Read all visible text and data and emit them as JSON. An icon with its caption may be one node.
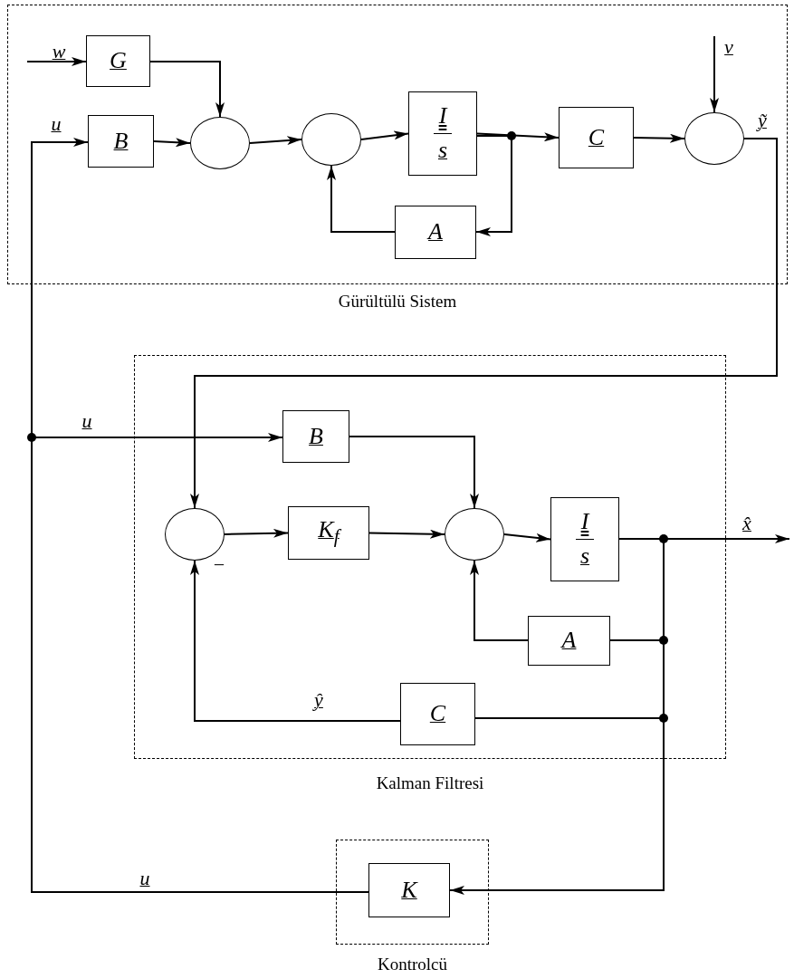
{
  "diagram": {
    "nodes": [
      {
        "text": [
          "Gürültülü Sistem"
        ]
      },
      {
        "text": [
          "G"
        ],
        "in": 0
      },
      {
        "text": [
          "B"
        ],
        "in": 0
      },
      {
        "text": [],
        "shape": "circle",
        "in": 0
      },
      {
        "text": [],
        "shape": "circle",
        "in": 0
      },
      {
        "text": [
          "I",
          "s"
        ],
        "in": 0
      },
      {
        "text": [
          "C"
        ],
        "in": 0
      },
      {
        "text": [],
        "shape": "circle",
        "in": 0
      },
      {
        "text": [
          "A"
        ],
        "in": 0
      },
      {
        "text": [
          "Kalman Filtresi"
        ]
      },
      {
        "text": [
          "B"
        ],
        "in": 9
      },
      {
        "text": [],
        "shape": "circle",
        "in": 9,
        "beside": [
          "–"
        ]
      },
      {
        "text": [
          "K$_{f}$"
        ],
        "in": 9
      },
      {
        "text": [],
        "shape": "circle",
        "in": 9
      },
      {
        "text": [
          "I",
          "s"
        ],
        "in": 9
      },
      {
        "text": [
          "A"
        ],
        "in": 9
      },
      {
        "text": [
          "C"
        ],
        "in": 9
      },
      {
        "text": [
          "Kontrolcü"
        ]
      },
      {
        "text": [
          "K"
        ],
        "in": 17
      }
    ],
    "edges": [
      {
        "from": null,
        "to": 1,
        "arrow": "to",
        "label": "w"
      },
      {
        "from": 1,
        "to": 3,
        "arrow": "to"
      },
      {
        "from": 2,
        "to": 3,
        "arrow": "to"
      },
      {
        "from": 3,
        "to": 4,
        "arrow": "to"
      },
      {
        "from": 4,
        "to": 5,
        "arrow": "to"
      },
      {
        "from": 5,
        "to": 6,
        "arrow": "to"
      },
      {
        "from": 5,
        "to": 8,
        "arrow": "to"
      },
      {
        "from": 8,
        "to": 4,
        "arrow": "to"
      },
      {
        "from": 6,
        "to": 7,
        "arrow": "to"
      },
      {
        "from": null,
        "to": 7,
        "arrow": "to",
        "label": "v"
      },
      {
        "from": 7,
        "to": 11,
        "arrow": "to",
        "label": "ỹ"
      },
      {
        "from": 18,
        "to": 2,
        "arrow": "to",
        "label": "u"
      },
      {
        "from": 18,
        "to": 10,
        "arrow": "to",
        "label": "u"
      },
      {
        "from": 10,
        "to": 13,
        "arrow": "to"
      },
      {
        "from": 11,
        "to": 12,
        "arrow": "to"
      },
      {
        "from": 12,
        "to": 13,
        "arrow": "to"
      },
      {
        "from": 13,
        "to": 14,
        "arrow": "to"
      },
      {
        "from": 14,
        "to": null,
        "arrow": "to",
        "label": "x̂"
      },
      {
        "from": 14,
        "to": 15,
        "arrow": "none"
      },
      {
        "from": 15,
        "to": 13,
        "arrow": "to"
      },
      {
        "from": 14,
        "to": 16,
        "arrow": "none"
      },
      {
        "from": 16,
        "to": 11,
        "arrow": "to",
        "label": "ŷ"
      },
      {
        "from": 14,
        "to": 18,
        "arrow": "to"
      }
    ],
    "labels": [
      "u"
    ]
  }
}
